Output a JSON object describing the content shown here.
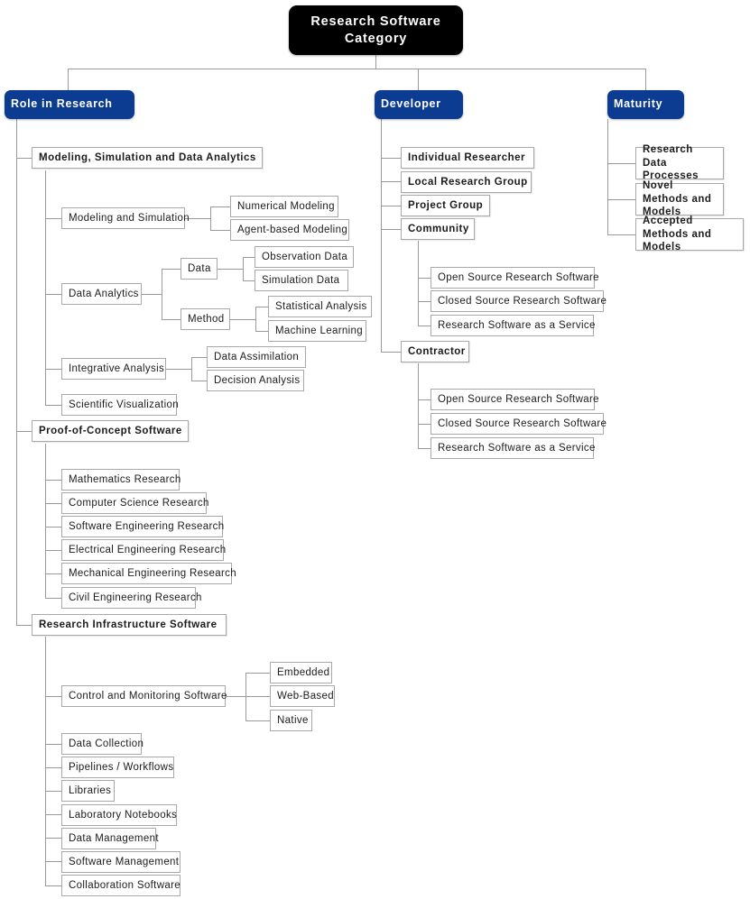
{
  "diagram": {
    "title": "Research Software Category",
    "type": "tree-taxonomy",
    "colors": {
      "root_background": "#000000",
      "root_text": "#ffffff",
      "category_background": "#0c3c91",
      "category_text": "#ffffff",
      "node_background": "#ffffff",
      "node_border": "#a8a8a8",
      "node_text": "#1b1b1b",
      "connector": "#9a9a9a"
    }
  },
  "root": {
    "label": "Research Software Category"
  },
  "categories": [
    {
      "label": "Role in Research"
    },
    {
      "label": "Developer"
    },
    {
      "label": "Maturity"
    }
  ],
  "role_in_research": {
    "groups": [
      {
        "label": "Modeling, Simulation and Data Analytics"
      },
      {
        "label": "Proof-of-Concept Software"
      },
      {
        "label": "Research Infrastructure Software"
      }
    ],
    "modeling_children": [
      {
        "label": "Modeling and Simulation"
      },
      {
        "label": "Data Analytics"
      },
      {
        "label": "Integrative Analysis"
      },
      {
        "label": "Scientific Visualization"
      }
    ],
    "modeling_and_simulation_children": [
      {
        "label": "Numerical Modeling"
      },
      {
        "label": "Agent-based Modeling"
      }
    ],
    "data_analytics_children": [
      {
        "label": "Data"
      },
      {
        "label": "Method"
      }
    ],
    "data_children": [
      {
        "label": "Observation Data"
      },
      {
        "label": "Simulation Data"
      }
    ],
    "method_children": [
      {
        "label": "Statistical Analysis"
      },
      {
        "label": "Machine Learning"
      }
    ],
    "integrative_analysis_children": [
      {
        "label": "Data Assimilation"
      },
      {
        "label": "Decision Analysis"
      }
    ],
    "proof_of_concept_children": [
      {
        "label": "Mathematics Research"
      },
      {
        "label": "Computer Science Research"
      },
      {
        "label": "Software Engineering Research"
      },
      {
        "label": "Electrical Engineering Research"
      },
      {
        "label": "Mechanical Engineering Research"
      },
      {
        "label": "Civil Engineering Research"
      }
    ],
    "infrastructure_children": [
      {
        "label": "Control and Monitoring Software"
      },
      {
        "label": "Data Collection"
      },
      {
        "label": "Pipelines / Workflows"
      },
      {
        "label": "Libraries"
      },
      {
        "label": "Laboratory Notebooks"
      },
      {
        "label": "Data Management"
      },
      {
        "label": "Software Management"
      },
      {
        "label": "Collaboration Software"
      }
    ],
    "control_monitoring_children": [
      {
        "label": "Embedded"
      },
      {
        "label": "Web-Based"
      },
      {
        "label": "Native"
      }
    ]
  },
  "developer": {
    "children": [
      {
        "label": "Individual Researcher"
      },
      {
        "label": "Local Research Group"
      },
      {
        "label": "Project Group"
      },
      {
        "label": "Community"
      },
      {
        "label": "Contractor"
      }
    ],
    "community_children": [
      {
        "label": "Open Source Research Software"
      },
      {
        "label": "Closed Source Research Software"
      },
      {
        "label": "Research Software as a Service"
      }
    ],
    "contractor_children": [
      {
        "label": "Open Source Research Software"
      },
      {
        "label": "Closed Source Research Software"
      },
      {
        "label": "Research Software as a Service"
      }
    ]
  },
  "maturity": {
    "children": [
      {
        "label": "Research Data Processes"
      },
      {
        "label": "Novel Methods and Models"
      },
      {
        "label": "Accepted Methods and Models"
      }
    ]
  }
}
